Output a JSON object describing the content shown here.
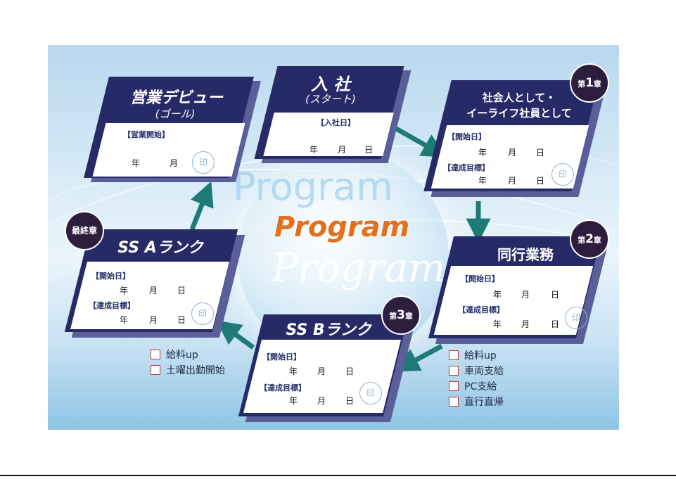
{
  "background": {
    "program_watermark_top": "Program",
    "program_main": "Program",
    "program_watermark_bottom": "Program"
  },
  "colors": {
    "card_navy": "#262a66",
    "card_back": "#5a5e99",
    "arrow_teal": "#1d7a74",
    "program_orange": "#e2701d",
    "badge_dark": "#2e1e3e",
    "checkbox_red": "#c0392b"
  },
  "cards": {
    "start": {
      "title": "入 社",
      "subtitle": "(スタート)",
      "date_label": "【入社日】",
      "year": "年",
      "month": "月",
      "day": "日"
    },
    "chapter1": {
      "badge_prefix": "第",
      "badge_num": "1",
      "badge_suffix": "章",
      "title_line1": "社会人として・",
      "title_line2": "イーライフ社員として",
      "start_label": "【開始日】",
      "goal_label": "【達成目標】",
      "year": "年",
      "month": "月",
      "day": "日",
      "seal": "印"
    },
    "chapter2": {
      "badge_prefix": "第",
      "badge_num": "2",
      "badge_suffix": "章",
      "title": "同行業務",
      "start_label": "【開始日】",
      "goal_label": "【達成目標】",
      "year": "年",
      "month": "月",
      "day": "日",
      "seal": "印"
    },
    "chapter3": {
      "badge_prefix": "第",
      "badge_num": "3",
      "badge_suffix": "章",
      "title": "SS Bランク",
      "start_label": "【開始日】",
      "goal_label": "【達成目標】",
      "year": "年",
      "month": "月",
      "day": "日",
      "seal": "印"
    },
    "final": {
      "badge": "最終章",
      "title": "SS Aランク",
      "start_label": "【開始日】",
      "goal_label": "【達成目標】",
      "year": "年",
      "month": "月",
      "day": "日",
      "seal": "印"
    },
    "goal": {
      "title": "営業デビュー",
      "subtitle": "(ゴール)",
      "date_label": "【営業開始】",
      "year": "年",
      "month": "月",
      "seal": "印"
    }
  },
  "checklists": {
    "chapter2": [
      "給料up",
      "車両支給",
      "PC支給",
      "直行直帰"
    ],
    "chapter3": [
      "給料up",
      "土曜出勤開始"
    ]
  }
}
